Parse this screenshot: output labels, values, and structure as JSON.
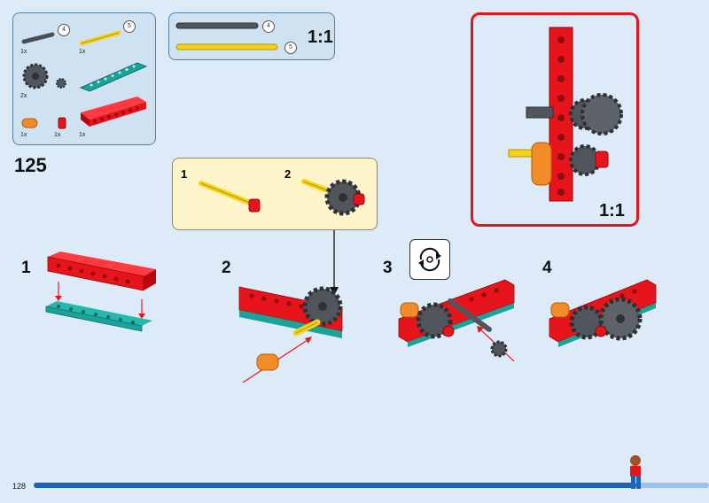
{
  "parts_list": {
    "items": [
      {
        "part": "gray-axle",
        "qty": "1x",
        "length": "4"
      },
      {
        "part": "yellow-axle",
        "qty": "1x",
        "length": "5"
      },
      {
        "part": "gray-gear",
        "qty": "2x"
      },
      {
        "part": "gray-bush",
        "qty": ""
      },
      {
        "part": "teal-plate",
        "qty": ""
      },
      {
        "part": "orange-connector",
        "qty": "1x"
      },
      {
        "part": "red-pin",
        "qty": "1x"
      },
      {
        "part": "red-beam",
        "qty": "1x"
      }
    ]
  },
  "axle_scale": {
    "gray_length": "4",
    "yellow_length": "5",
    "scale_label": "1:1"
  },
  "sub_steps": {
    "step1": "1",
    "step2": "2"
  },
  "zoom_box": {
    "scale_label": "1:1"
  },
  "set_number": "125",
  "steps": [
    "1",
    "2",
    "3",
    "4"
  ],
  "page_number": "128",
  "colors": {
    "red": "#e8141c",
    "teal": "#1aa39a",
    "yellow": "#f5d21a",
    "gray": "#555b61",
    "orange": "#f28c28",
    "background": "#dcebf7",
    "progress": "#1d63b8"
  }
}
